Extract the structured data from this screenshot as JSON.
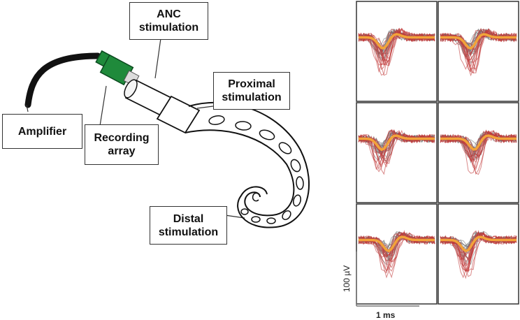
{
  "labels": {
    "anc": "ANC\nstimulation",
    "proximal": "Proximal\nstimulation",
    "amplifier": "Amplifier",
    "recording": "Recording\narray",
    "distal": "Distal\nstimulation"
  },
  "scale": {
    "y_label": "100 µV",
    "x_label": "1 ms"
  },
  "colors": {
    "red_trace": "#c23b3b",
    "gray_trace": "#6e6e6e",
    "mean_trace": "#f2a33a",
    "array_green": "#1f8a3b"
  },
  "waveforms": {
    "panel_count": 6,
    "layout": "3 rows x 2 columns"
  }
}
